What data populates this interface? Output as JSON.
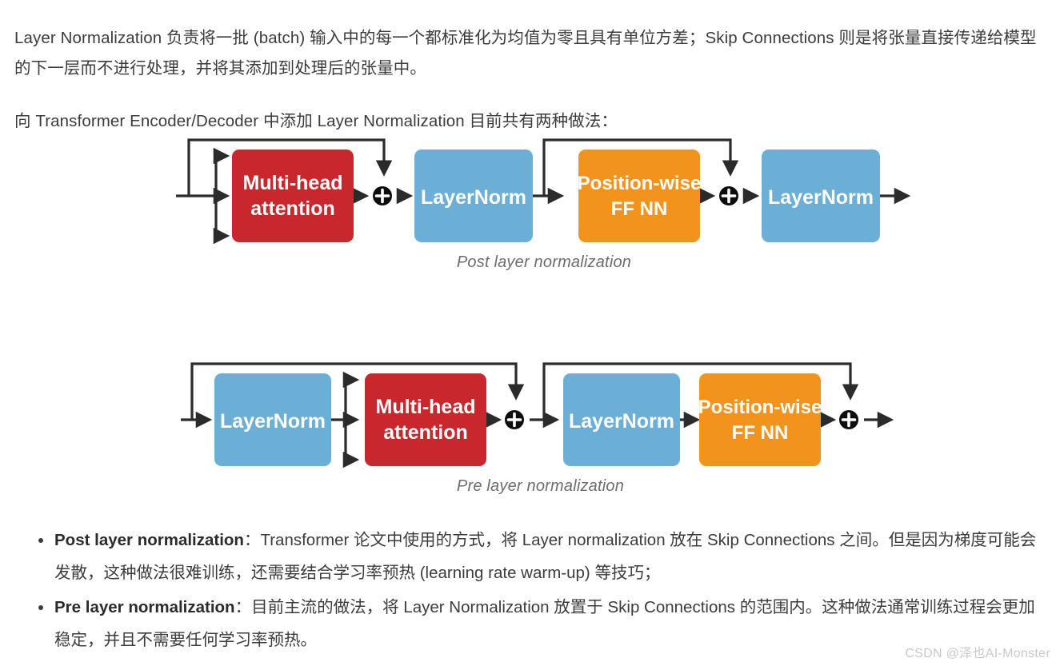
{
  "document": {
    "paragraphs": [
      "Layer Normalization 负责将一批 (batch) 输入中的每一个都标准化为均值为零且具有单位方差；Skip Connections 则是将张量直接传递给模型的下一层而不进行处理，并将其添加到处理后的张量中。",
      "向 Transformer Encoder/Decoder 中添加 Layer Normalization 目前共有两种做法："
    ]
  },
  "colors": {
    "red": "#C8272D",
    "blue": "#6BAED6",
    "orange": "#F2931E",
    "line": "#2b2b2b",
    "text": "#3c3c3c",
    "caption": "#6d6d6d",
    "watermark": "#c9c9c9"
  },
  "figures": [
    {
      "id": "post-layer-normalization",
      "caption": "Post layer normalization",
      "blocks": [
        {
          "label_line1": "Multi-head",
          "label_line2": "attention",
          "color": "red"
        },
        {
          "label_line1": "LayerNorm",
          "label_line2": "",
          "color": "blue"
        },
        {
          "label_line1": "Position-wise",
          "label_line2": "FF NN",
          "color": "orange"
        },
        {
          "label_line1": "LayerNorm",
          "label_line2": "",
          "color": "blue"
        }
      ],
      "operators": [
        "plus",
        "plus"
      ]
    },
    {
      "id": "pre-layer-normalization",
      "caption": "Pre layer normalization",
      "blocks": [
        {
          "label_line1": "LayerNorm",
          "label_line2": "",
          "color": "blue"
        },
        {
          "label_line1": "Multi-head",
          "label_line2": "attention",
          "color": "red"
        },
        {
          "label_line1": "LayerNorm",
          "label_line2": "",
          "color": "blue"
        },
        {
          "label_line1": "Position-wise",
          "label_line2": "FF NN",
          "color": "orange"
        }
      ],
      "operators": [
        "plus",
        "plus"
      ]
    }
  ],
  "bullets": [
    {
      "term": "Post layer normalization",
      "separator": "：",
      "body": "Transformer 论文中使用的方式，将 Layer normalization 放在 Skip Connections 之间。但是因为梯度可能会发散，这种做法很难训练，还需要结合学习率预热 (learning rate warm-up) 等技巧；"
    },
    {
      "term": "Pre layer normalization",
      "separator": "：",
      "body": "目前主流的做法，将 Layer Normalization 放置于 Skip Connections 的范围内。这种做法通常训练过程会更加稳定，并且不需要任何学习率预热。"
    }
  ],
  "watermark": "CSDN @泽也AI-Monster"
}
